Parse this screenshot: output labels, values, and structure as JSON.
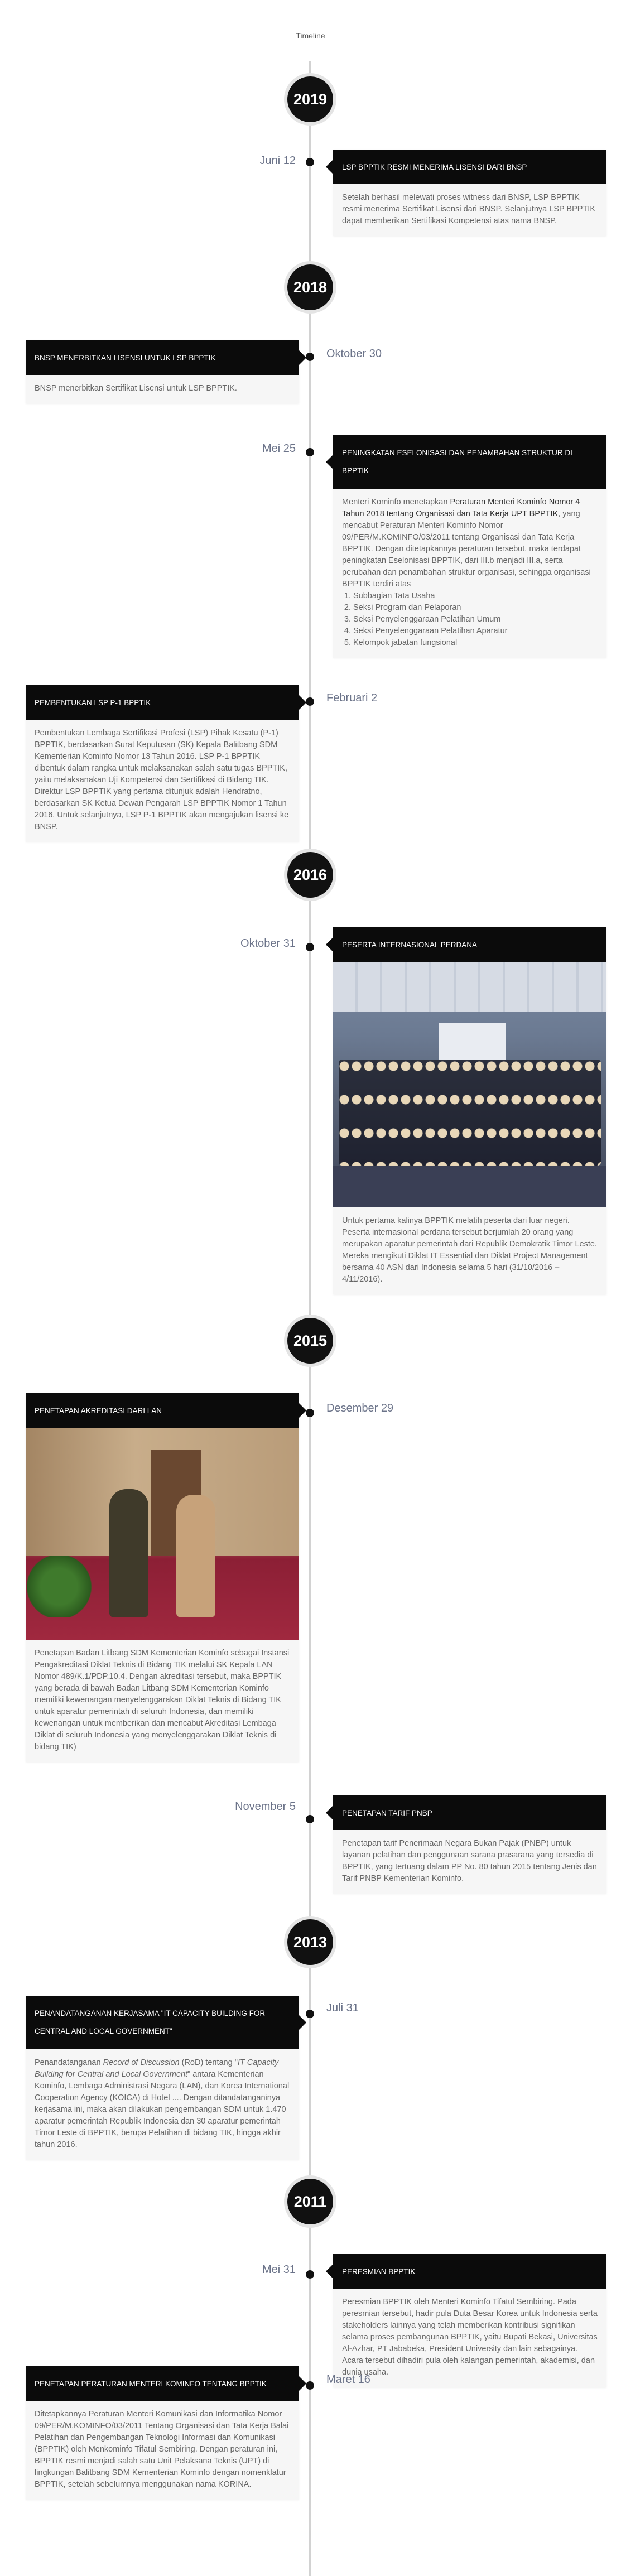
{
  "page_title": "Timeline",
  "years": [
    "2019",
    "2018",
    "2016",
    "2015",
    "2013",
    "2011"
  ],
  "events": [
    {
      "date": "Juni 12",
      "title": "LSP BPPTIK RESMI MENERIMA LISENSI DARI BNSP",
      "body": "Setelah berhasil melewati proses witness dari BNSP, LSP BPPTIK resmi menerima Sertifikat Lisensi dari BNSP. Selanjutnya LSP BPPTIK dapat memberikan Sertifikasi Kompetensi atas nama BNSP."
    },
    {
      "date": "Oktober 30",
      "title": "BNSP MENERBITKAN LISENSI UNTUK LSP BPPTIK",
      "body": "BNSP menerbitkan Sertifikat Lisensi untuk LSP BPPTIK."
    },
    {
      "date": "Mei 25",
      "title": "PENINGKATAN ESELONISASI DAN PENAMBAHAN STRUKTUR DI BPPTIK",
      "body_before_link": "Menteri Kominfo menetapkan ",
      "link": "Peraturan Menteri Kominfo Nomor 4 Tahun 2018 tentang Organisasi dan Tata Kerja UPT BPPTIK",
      "body_after_link": ", yang mencabut Peraturan Menteri Kominfo Nomor 09/PER/M.KOMINFO/03/2011 tentang Organisasi dan Tata Kerja BPPTIK. Dengan ditetapkannya peraturan tersebut, maka terdapat peningkatan Eselonisasi BPPTIK, dari III.b menjadi III.a, serta perubahan dan penambahan struktur organisasi, sehingga organisasi BPPTIK terdiri atas",
      "list": [
        "Subbagian Tata Usaha",
        "Seksi Program dan Pelaporan",
        "Seksi Penyelenggaraan Pelatihan Umum",
        "Seksi Penyelenggaraan Pelatihan Aparatur",
        "Kelompok jabatan fungsional"
      ]
    },
    {
      "date": "Februari 2",
      "title": "PEMBENTUKAN LSP P-1 BPPTIK",
      "body": "Pembentukan Lembaga Sertifikasi Profesi (LSP) Pihak Kesatu (P-1) BPPTIK, berdasarkan Surat Keputusan (SK) Kepala Balitbang SDM Kementerian Kominfo Nomor 13 Tahun 2016. LSP P-1 BPPTIK dibentuk dalam rangka untuk melaksanakan salah satu tugas BPPTIK, yaitu melaksanakan Uji Kompetensi dan Sertifikasi di Bidang TIK. Direktur LSP BPPTIK yang pertama ditunjuk adalah Hendratno, berdasarkan SK Ketua Dewan Pengarah LSP BPPTIK Nomor 1 Tahun 2016. Untuk selanjutnya, LSP P-1 BPPTIK akan mengajukan lisensi ke BNSP."
    },
    {
      "date": "Oktober 31",
      "title": "PESERTA INTERNASIONAL PERDANA",
      "image": "group-photo",
      "body": "Untuk pertama kalinya BPPTIK melatih peserta dari luar negeri. Peserta internasional perdana tersebut berjumlah 20 orang yang merupakan aparatur pemerintah dari Republik Demokratik Timor Leste. Mereka mengikuti Diklat IT Essential dan Diklat Project Management bersama 40 ASN dari Indonesia selama 5 hari (31/10/2016 – 4/11/2016)."
    },
    {
      "date": "Desember 29",
      "title": "PENETAPAN AKREDITASI DARI LAN",
      "image": "award-photo",
      "body": "Penetapan Badan Litbang SDM Kementerian Kominfo sebagai Instansi Pengakreditasi Diklat Teknis di Bidang TIK melalui SK Kepala LAN Nomor 489/K.1/PDP.10.4. Dengan akreditasi tersebut, maka BPPTIK yang berada di bawah Badan Litbang SDM Kementerian Kominfo memiliki kewenangan menyelenggarakan Diklat Teknis di Bidang TIK untuk aparatur pemerintah di seluruh Indonesia, dan memiliki kewenangan untuk memberikan dan mencabut Akreditasi Lembaga Diklat di seluruh Indonesia yang menyelenggarakan Diklat Teknis di bidang TIK)"
    },
    {
      "date": "November 5",
      "title": "PENETAPAN TARIF PNBP",
      "body": "Penetapan tarif Penerimaan Negara Bukan Pajak (PNBP) untuk layanan pelatihan dan penggunaan sarana prasarana yang tersedia di BPPTIK, yang tertuang dalam PP No. 80 tahun 2015 tentang Jenis dan Tarif PNBP Kementerian Kominfo."
    },
    {
      "date": "Juli 31",
      "title": "PENANDATANGANAN KERJASAMA \"IT CAPACITY BUILDING FOR CENTRAL AND LOCAL GOVERNMENT\"",
      "body_pre": "Penandatanganan ",
      "body_em1": "Record of Discussion",
      "body_mid": " (RoD) tentang \"",
      "body_em2": "IT Capacity Building for Central and Local Government",
      "body_post": "\" antara Kementerian Kominfo, Lembaga Administrasi Negara (LAN), dan Korea International Cooperation Agency (KOICA) di Hotel .... Dengan ditandatanganinya kerjasama ini, maka akan dilakukan pengembangan SDM untuk 1.470 aparatur pemerintah Republik Indonesia dan 30 aparatur pemerintah Timor Leste di BPPTIK, berupa Pelatihan di bidang TIK, hingga akhir tahun 2016."
    },
    {
      "date": "Mei 31",
      "title": "PERESMIAN BPPTIK",
      "body": "Peresmian BPPTIK oleh Menteri Kominfo Tifatul Sembiring. Pada peresmian tersebut, hadir pula Duta Besar Korea untuk Indonesia serta stakeholders lainnya yang telah memberikan kontribusi signifikan selama proses pembangunan BPPTIK, yaitu Bupati Bekasi, Universitas Al-Azhar, PT Jababeka, President University dan lain sebagainya. Acara tersebut dihadiri pula oleh kalangan pemerintah, akademisi, dan dunia usaha."
    },
    {
      "date": "Maret 16",
      "title": "PENETAPAN PERATURAN MENTERI KOMINFO TENTANG BPPTIK",
      "body": "Ditetapkannya Peraturan Menteri Komunikasi dan Informatika Nomor 09/PER/M.KOMINFO/03/2011 Tentang Organisasi dan Tata Kerja Balai Pelatihan dan Pengembangan Teknologi Informasi dan Komunikasi (BPPTIK) oleh Menkominfo Tifatul Sembiring. Dengan peraturan ini, BPPTIK resmi menjadi salah satu Unit Pelaksana Teknis (UPT) di lingkungan Balitbang SDM Kementerian Kominfo dengan nomenklatur BPPTIK, setelah sebelumnya menggunakan nama KORINA."
    }
  ]
}
